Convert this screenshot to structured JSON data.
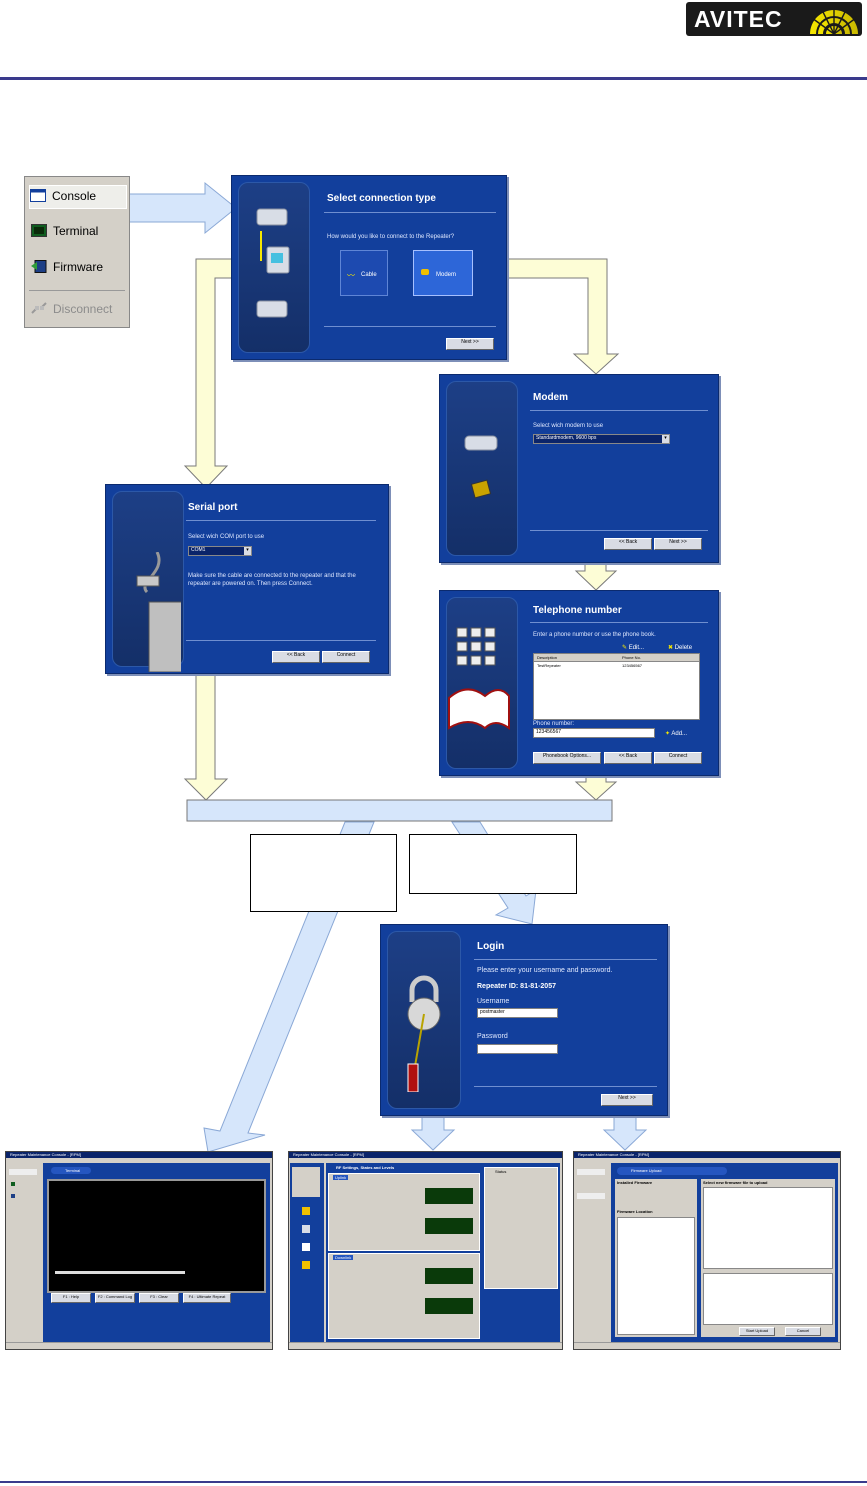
{
  "brand": {
    "name": "AVITEC"
  },
  "menu": {
    "items": [
      {
        "label": "Console",
        "icon": "console-window-icon",
        "selected": true,
        "enabled": true
      },
      {
        "label": "Terminal",
        "icon": "terminal-icon",
        "selected": false,
        "enabled": true
      },
      {
        "label": "Firmware",
        "icon": "firmware-icon",
        "selected": false,
        "enabled": true
      },
      {
        "label": "Disconnect",
        "icon": "disconnect-icon",
        "selected": false,
        "enabled": false
      }
    ]
  },
  "connection_type": {
    "title": "Select connection type",
    "question": "How would you like to connect to the Repeater?",
    "cable_label": "Cable",
    "modem_label": "Modem",
    "next_label": "Next >>"
  },
  "modem": {
    "title": "Modem",
    "instruction": "Select wich modem to use",
    "selected_modem": "Standardmodem, 9600 bps",
    "back_label": "<< Back",
    "next_label": "Next >>"
  },
  "serial_port": {
    "title": "Serial port",
    "instruction": "Select wich COM port to use",
    "selected_port": "COM1",
    "note": "Make sure the cable are connected to the repeater and that the repeater are powered on. Then press Connect.",
    "back_label": "<< Back",
    "connect_label": "Connect"
  },
  "telephone": {
    "title": "Telephone number",
    "instruction": "Enter a phone number or use the phone book.",
    "edit_label": "Edit...",
    "delete_label": "Delete",
    "columns": [
      "Description",
      "Phone No."
    ],
    "rows": [
      [
        "TestRepeater",
        "123456567"
      ]
    ],
    "phone_label": "Phone number:",
    "phone_value": "123456567",
    "add_label": "Add...",
    "phonebook_label": "Phonebook Options...",
    "back_label": "<< Back",
    "connect_label": "Connect"
  },
  "login": {
    "title": "Login",
    "prompt": "Please enter your username and password.",
    "repeater_id": "Repeater ID: 81-81-2057",
    "username_label": "Username",
    "username_value": "postmaster",
    "password_label": "Password",
    "password_value": "",
    "next_label": "Next >>"
  },
  "screens": {
    "terminal": {
      "title": "Repeater Maintenance Console - [RPM]",
      "heading": "Terminal",
      "keys": [
        "F1 : Help",
        "F2 : Command Log",
        "F3 : Clear",
        "F4 : Ultimate Repeat"
      ]
    },
    "settings": {
      "title": "Repeater Maintenance Console - [RPM]",
      "heading": "RF Settings, States and Levels",
      "uplink_label": "Uplink",
      "downlink_label": "Downlink",
      "status_label": "Status"
    },
    "firmware": {
      "title": "Repeater Maintenance Console - [RPM]",
      "heading": "Firmware Upload",
      "installed_label": "Installed Firmware",
      "location_label": "Firmware Location",
      "select_label": "Select new firmware file to upload",
      "start_label": "Start Upload",
      "cancel_label": "Cancel"
    }
  },
  "colors": {
    "dialog_blue": "#123f9c",
    "arrow_yellow": "#fdfdd6",
    "arrow_blue": "#d6e6fb",
    "rule": "#3a3a8c"
  }
}
